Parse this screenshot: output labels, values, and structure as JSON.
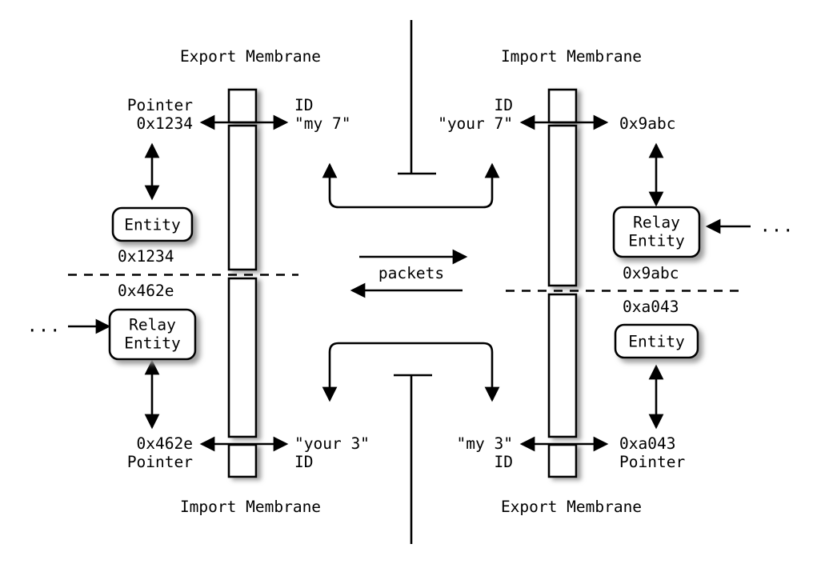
{
  "diagram": {
    "title_top_left": "Export Membrane",
    "title_top_right": "Import Membrane",
    "title_bottom_left": "Import Membrane",
    "title_bottom_right": "Export Membrane",
    "center_label": "packets",
    "ellipsis_left": "...",
    "ellipsis_right": "...",
    "left_side": {
      "top_outer_line1": "Pointer",
      "top_outer_line2": "0x1234",
      "top_inner_line1": "ID",
      "top_inner_line2": "\"my 7\"",
      "entity_top_label": "Entity",
      "addr_above_divider": "0x1234",
      "addr_below_divider": "0x462e",
      "entity_bottom_label_line1": "Relay",
      "entity_bottom_label_line2": "Entity",
      "bottom_outer_line1": "0x462e",
      "bottom_outer_line2": "Pointer",
      "bottom_inner_line1": "\"your 3\"",
      "bottom_inner_line2": "ID"
    },
    "right_side": {
      "top_inner_line1": "ID",
      "top_inner_line2": "\"your 7\"",
      "top_outer_line1": "0x9abc",
      "entity_top_label_line1": "Relay",
      "entity_top_label_line2": "Entity",
      "addr_above_divider": "0x9abc",
      "addr_below_divider": "0xa043",
      "entity_bottom_label": "Entity",
      "bottom_inner_line1": "\"my 3\"",
      "bottom_inner_line2": "ID",
      "bottom_outer_line1": "0xa043",
      "bottom_outer_line2": "Pointer"
    },
    "colors": {
      "stroke": "#000000",
      "fill": "#ffffff",
      "shadow": "#b4b4b4",
      "background": "#ffffff"
    }
  }
}
